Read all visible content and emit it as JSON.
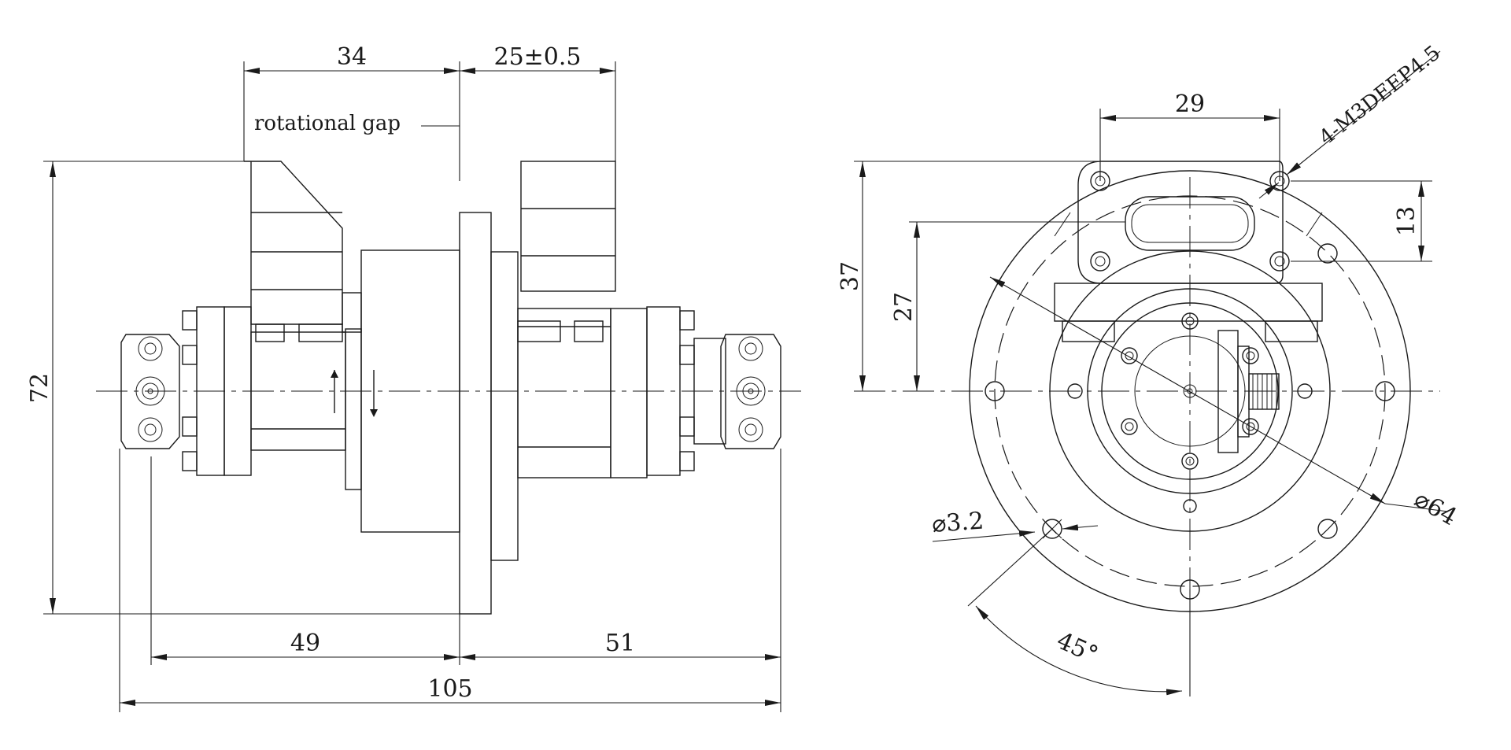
{
  "side_view": {
    "label_rotational_gap": "rotational gap",
    "dim_top_left": "34",
    "dim_top_right": "25±0.5",
    "dim_height": "72",
    "dim_bottom_left": "49",
    "dim_bottom_right": "51",
    "dim_total": "105"
  },
  "front_view": {
    "dim_width": "29",
    "dim_thread": "4-M3DEEP4.5",
    "dim_13": "13",
    "dim_37": "37",
    "dim_27": "27",
    "dim_dia_64": "⌀64",
    "dim_dia_3_2": "⌀3.2",
    "dim_angle": "45°"
  }
}
